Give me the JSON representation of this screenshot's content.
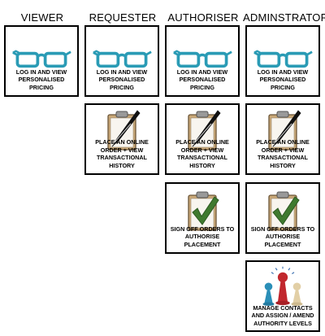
{
  "headers": {
    "viewer": "VIEWER",
    "requester": "REQUESTER",
    "authoriser": "AUTHORISER",
    "administrator": "ADMINSTRATOR"
  },
  "cards": {
    "view_pricing": "LOG IN AND VIEW\nPERSONALISED PRICING",
    "place_order": "PLACE AN ONLINE\nORDER + VIEW\nTRANSACTIONAL HISTORY",
    "sign_off": "SIGN OFF ORDERS TO\nAUTHORISE PLACEMENT",
    "manage_contacts": "MANAGE CONTACTS\nAND ASSIGN / AMEND\nAUTHORITY LEVELS"
  },
  "icons": {
    "view_pricing": "glasses-icon",
    "place_order": "clipboard-pen-icon",
    "sign_off": "clipboard-check-icon",
    "manage_contacts": "people-pawns-icon"
  },
  "colors": {
    "glasses": "#2a9bb5",
    "check": "#3f7a2f",
    "pawn_blue": "#2b8fb8",
    "pawn_red": "#c1272d",
    "pawn_beige": "#e2cfa6"
  }
}
